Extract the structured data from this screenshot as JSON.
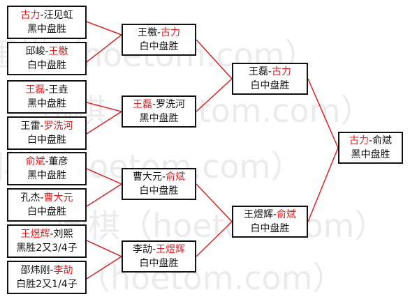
{
  "watermark": "围棋（hoetom.com）",
  "colors": {
    "winner": "#e02020",
    "text": "#111111",
    "line": "#e02020",
    "border": "#111111"
  },
  "round1": [
    {
      "p1": "古力",
      "sep": "-",
      "p2": "汪见虹",
      "winner": "p1",
      "result": "黑中盘胜"
    },
    {
      "p1": "邱峻",
      "sep": "-",
      "p2": "王檄",
      "winner": "p2",
      "result": "白中盘胜"
    },
    {
      "p1": "王磊",
      "sep": "-",
      "p2": "王垚",
      "winner": "p1",
      "result": "黑中盘胜"
    },
    {
      "p1": "王雷",
      "sep": "-",
      "p2": "罗洗河",
      "winner": "p2",
      "result": "白中盘胜"
    },
    {
      "p1": "俞斌",
      "sep": "-",
      "p2": "董彦",
      "winner": "p1",
      "result": "黑中盘胜"
    },
    {
      "p1": "孔杰",
      "sep": "-",
      "p2": "曹大元",
      "winner": "p2",
      "result": "白中盘胜"
    },
    {
      "p1": "王煜辉",
      "sep": "-",
      "p2": "刘熙",
      "winner": "p1",
      "result": "黑胜2又3/4子"
    },
    {
      "p1": "邵炜刚",
      "sep": "-",
      "p2": "李劼",
      "winner": "p2",
      "result": "白胜2又1/4子"
    }
  ],
  "round2": [
    {
      "p1": "王檄",
      "sep": "-",
      "p2": "古力",
      "winner": "p2",
      "result": "白中盘胜"
    },
    {
      "p1": "王磊",
      "sep": "-",
      "p2": "罗洗河",
      "winner": "p1",
      "result": "黑中盘胜"
    },
    {
      "p1": "曹大元",
      "sep": "-",
      "p2": "俞斌",
      "winner": "p2",
      "result": "白中盘胜"
    },
    {
      "p1": "李劼",
      "sep": "-",
      "p2": "王煜辉",
      "winner": "p2",
      "result": "白中盘胜"
    }
  ],
  "round3": [
    {
      "p1": "王磊",
      "sep": "-",
      "p2": "古力",
      "winner": "p2",
      "result": "白中盘胜"
    },
    {
      "p1": "王煜辉",
      "sep": "-",
      "p2": "俞斌",
      "winner": "p2",
      "result": "白中盘胜"
    }
  ],
  "final": {
    "p1": "古力",
    "sep": "-",
    "p2": "俞斌",
    "winner": "p1",
    "result": "黑中盘胜"
  }
}
